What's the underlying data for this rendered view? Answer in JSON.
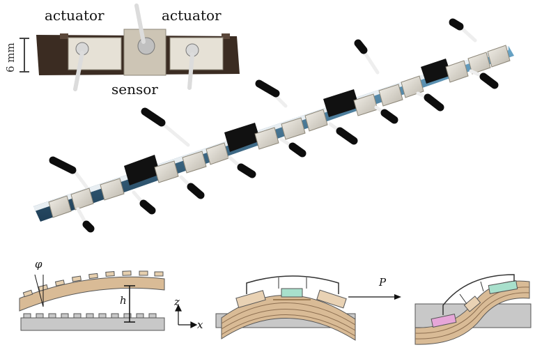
{
  "inset_photo": {
    "label_actuator_left": "actuator",
    "label_actuator_right": "actuator",
    "label_sensor": "sensor",
    "scale_label": "6 mm"
  },
  "diagram_left": {
    "angle_label": "φ",
    "height_label": "h",
    "axis_z": "z",
    "axis_x": "x"
  },
  "diagram_right": {
    "force_label": "P"
  },
  "colors": {
    "substrate": "#d9bb96",
    "beam_dark": "#1a1a1a",
    "pad_green": "#a8e0cc",
    "pad_pink": "#e6a6d8",
    "ground": "#c8c8c8"
  }
}
